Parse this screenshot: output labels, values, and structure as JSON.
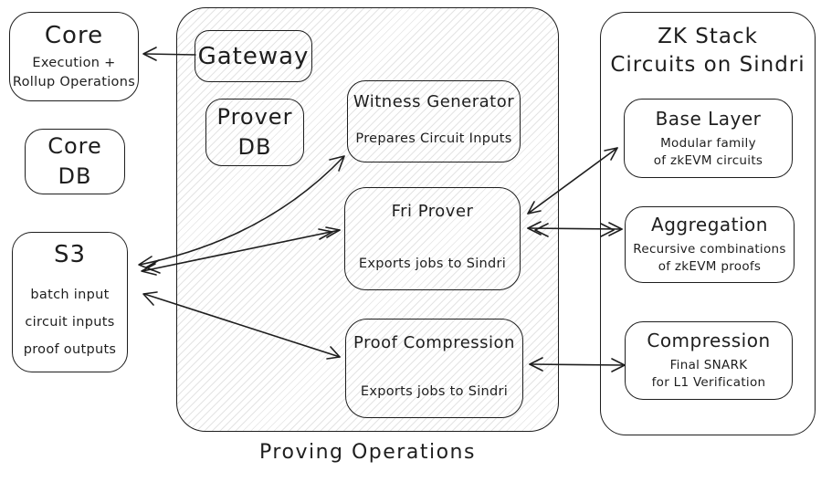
{
  "canvas": {
    "background": "#ffffff",
    "stroke_color": "#1e1e1e",
    "hatch_color": "#e4e4e4"
  },
  "nodes": {
    "core": {
      "title": "Core",
      "lines": [
        "Execution +",
        "Rollup Operations"
      ]
    },
    "core_db": {
      "lines": [
        "Core",
        "DB"
      ]
    },
    "s3": {
      "title": "S3",
      "lines": [
        "batch input",
        "circuit inputs",
        "proof outputs"
      ]
    },
    "gateway": {
      "title": "Gateway"
    },
    "prover_db": {
      "lines": [
        "Prover",
        "DB"
      ]
    },
    "witness_generator": {
      "title": "Witness Generator",
      "subtitle": "Prepares Circuit Inputs"
    },
    "fri_prover": {
      "title": "Fri Prover",
      "subtitle": "Exports jobs to Sindri"
    },
    "proof_compression": {
      "title": "Proof Compression",
      "subtitle": "Exports jobs to Sindri"
    },
    "base_layer": {
      "title": "Base Layer",
      "lines": [
        "Modular family",
        "of zkEVM circuits"
      ]
    },
    "aggregation": {
      "title": "Aggregation",
      "lines": [
        "Recursive combinations",
        "of zkEVM proofs"
      ]
    },
    "compression": {
      "title": "Compression",
      "lines": [
        "Final SNARK",
        "for L1 Verification"
      ]
    }
  },
  "panels": {
    "proving": {
      "caption": "Proving Operations"
    },
    "zk_stack": {
      "heading_lines": [
        "ZK Stack",
        "Circuits on Sindri"
      ]
    }
  },
  "connections": [
    {
      "from": "gateway",
      "to": "core",
      "bidirectional": false
    },
    {
      "from": "s3",
      "to": "witness_generator",
      "bidirectional": true
    },
    {
      "from": "s3",
      "to": "fri_prover",
      "bidirectional": true
    },
    {
      "from": "s3",
      "to": "proof_compression",
      "bidirectional": true
    },
    {
      "from": "fri_prover",
      "to": "base_layer",
      "bidirectional": true
    },
    {
      "from": "fri_prover",
      "to": "aggregation",
      "bidirectional": true
    },
    {
      "from": "proof_compression",
      "to": "compression",
      "bidirectional": true
    }
  ]
}
